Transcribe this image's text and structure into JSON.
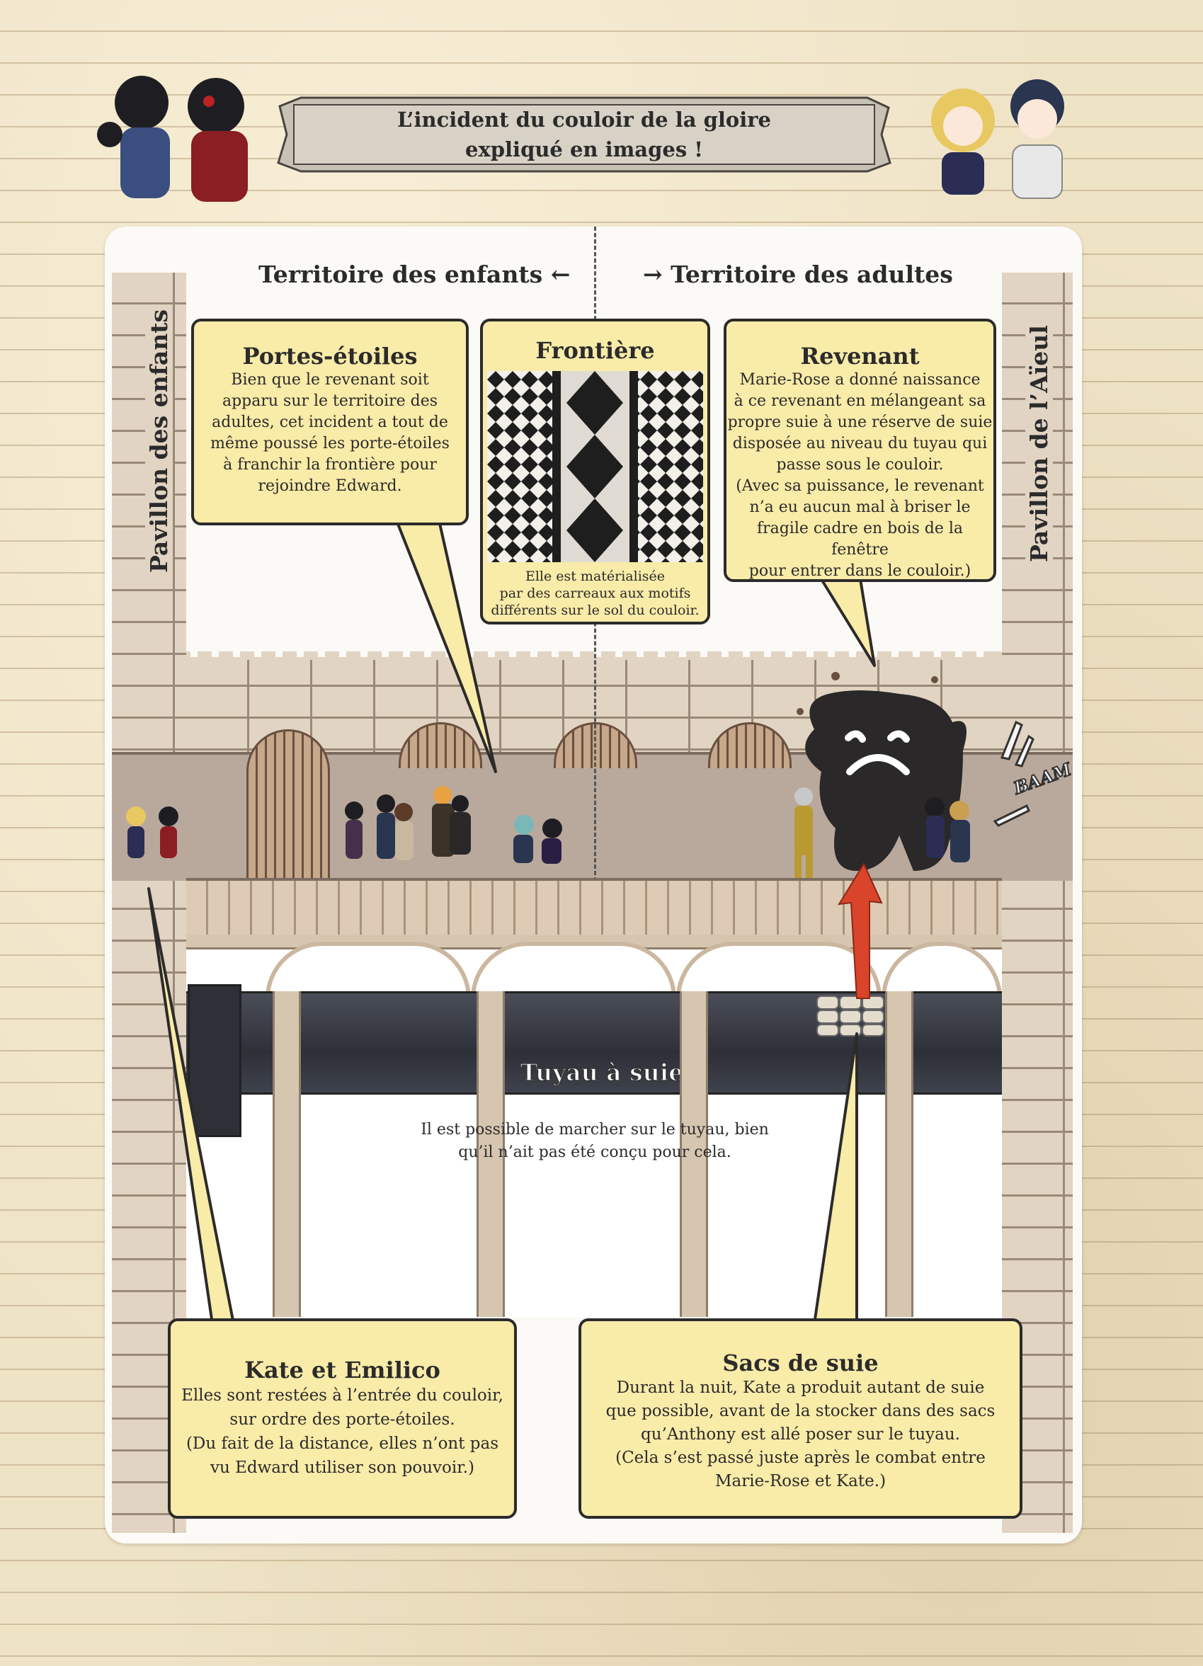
{
  "header": {
    "line1": "L’incident du couloir de la gloire",
    "line2": "expliqué en images !"
  },
  "territories": {
    "left": "Territoire des enfants ←",
    "right": "→ Territoire des adultes"
  },
  "pavilions": {
    "left": "Pavillon des enfants",
    "right": "Pavillon de l’Aïeul"
  },
  "boxes": {
    "portes": {
      "title": "Portes-étoiles",
      "lines": [
        "Bien que le revenant soit",
        "apparu sur le territoire des",
        "adultes, cet incident a tout de",
        "même poussé les porte-étoiles",
        "à franchir la frontière pour",
        "rejoindre Edward."
      ]
    },
    "frontiere": {
      "title": "Frontière",
      "lines": [
        "Elle est matérialisée",
        "par des carreaux aux motifs",
        "différents sur le sol du couloir."
      ]
    },
    "revenant": {
      "title": "Revenant",
      "lines": [
        "Marie-Rose a donné naissance",
        "à ce revenant en mélangeant sa",
        "propre suie à une réserve de suie",
        "disposée au niveau du tuyau qui",
        "passe sous le couloir.",
        "(Avec sa puissance, le revenant",
        "n’a eu aucun mal à briser le",
        "fragile cadre en bois de la fenêtre",
        "pour entrer dans le couloir.)"
      ]
    },
    "kate": {
      "title": "Kate et Emilico",
      "lines": [
        "Elles sont restées à l’entrée du couloir,",
        "sur ordre des porte-étoiles.",
        "(Du fait de la distance, elles n’ont pas",
        "vu Edward utiliser son pouvoir.)"
      ]
    },
    "sacs": {
      "title": "Sacs de suie",
      "lines": [
        "Durant la nuit, Kate a produit autant de suie",
        "que possible, avant de la stocker dans des sacs",
        "qu’Anthony est allé poser sur le tuyau.",
        "(Cela s’est passé juste après le combat entre",
        "Marie-Rose et Kate.)"
      ]
    }
  },
  "pipe": {
    "label": "Tuyau à suie",
    "note_line1": "Il est possible de marcher sur le tuyau, bien",
    "note_line2": "qu’il n’ait pas été conçu pour cela."
  },
  "sfx": "BAAM",
  "colors": {
    "callout_fill": "#f9eba8",
    "wall": "#e1d4c2",
    "arrow": "#d9442a",
    "revenant": "#2a2828"
  }
}
